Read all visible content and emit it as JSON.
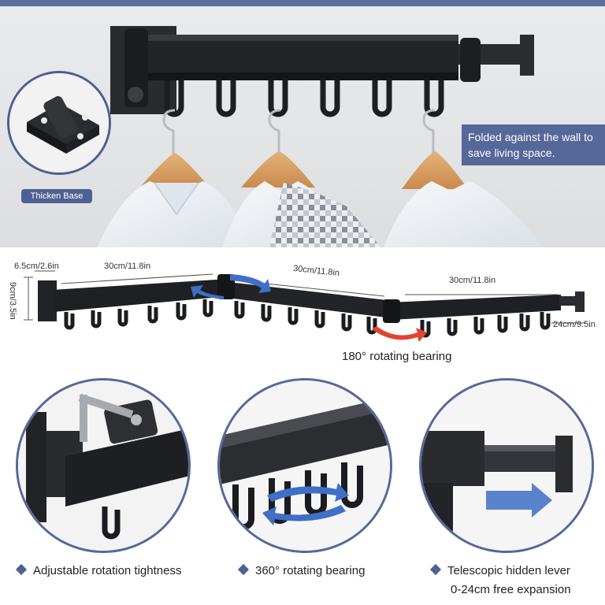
{
  "photo": {
    "thicken_base": "Thicken Base",
    "fold_line1": "Folded against the wall to",
    "fold_line2": "save living space."
  },
  "diagram": {
    "dim_depth": "6.5cm/2.6in",
    "dim_height": "9cm/3.5in",
    "dim_arm1": "30cm/11.8in",
    "dim_arm2": "30cm/11.8in",
    "dim_arm3": "30cm/11.8in",
    "dim_extension": "24cm/9.5in",
    "bearing_label": "180° rotating bearing"
  },
  "features": [
    {
      "label": "Adjustable rotation tightness"
    },
    {
      "label": "360° rotating bearing"
    },
    {
      "label": "Telescopic hidden lever",
      "sublabel": "0-24cm free expansion"
    }
  ],
  "colors": {
    "accent": "#4f6193",
    "rack": "#1e1f22",
    "arrow_blue": "#3f6fc6",
    "arrow_red": "#e2442f"
  },
  "icons": [
    "diamond-bullet-icon",
    "rotation-arrow-icon",
    "expansion-arrow-icon"
  ]
}
